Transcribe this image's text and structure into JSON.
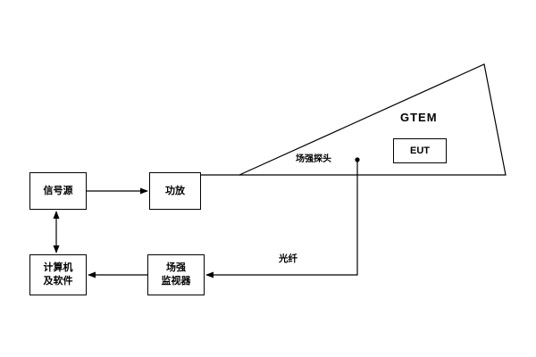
{
  "diagram": {
    "title": "GTEM cell radiated immunity test setup",
    "colors": {
      "line": "#000000",
      "background": "#ffffff",
      "text": "#000000"
    },
    "nodes": {
      "signal_source": "信号源",
      "amplifier": "功放",
      "computer_line1": "计算机",
      "computer_line2": "及软件",
      "monitor_line1": "场强",
      "monitor_line2": "监视器",
      "eut": "EUT",
      "gtem": "GTEM",
      "probe": "场强探头",
      "fiber": "光纤"
    },
    "connections": [
      "signal_source -> amplifier",
      "amplifier -> gtem_cell",
      "signal_source <-> computer",
      "monitor -> computer",
      "probe -> monitor (optical fiber)"
    ]
  }
}
